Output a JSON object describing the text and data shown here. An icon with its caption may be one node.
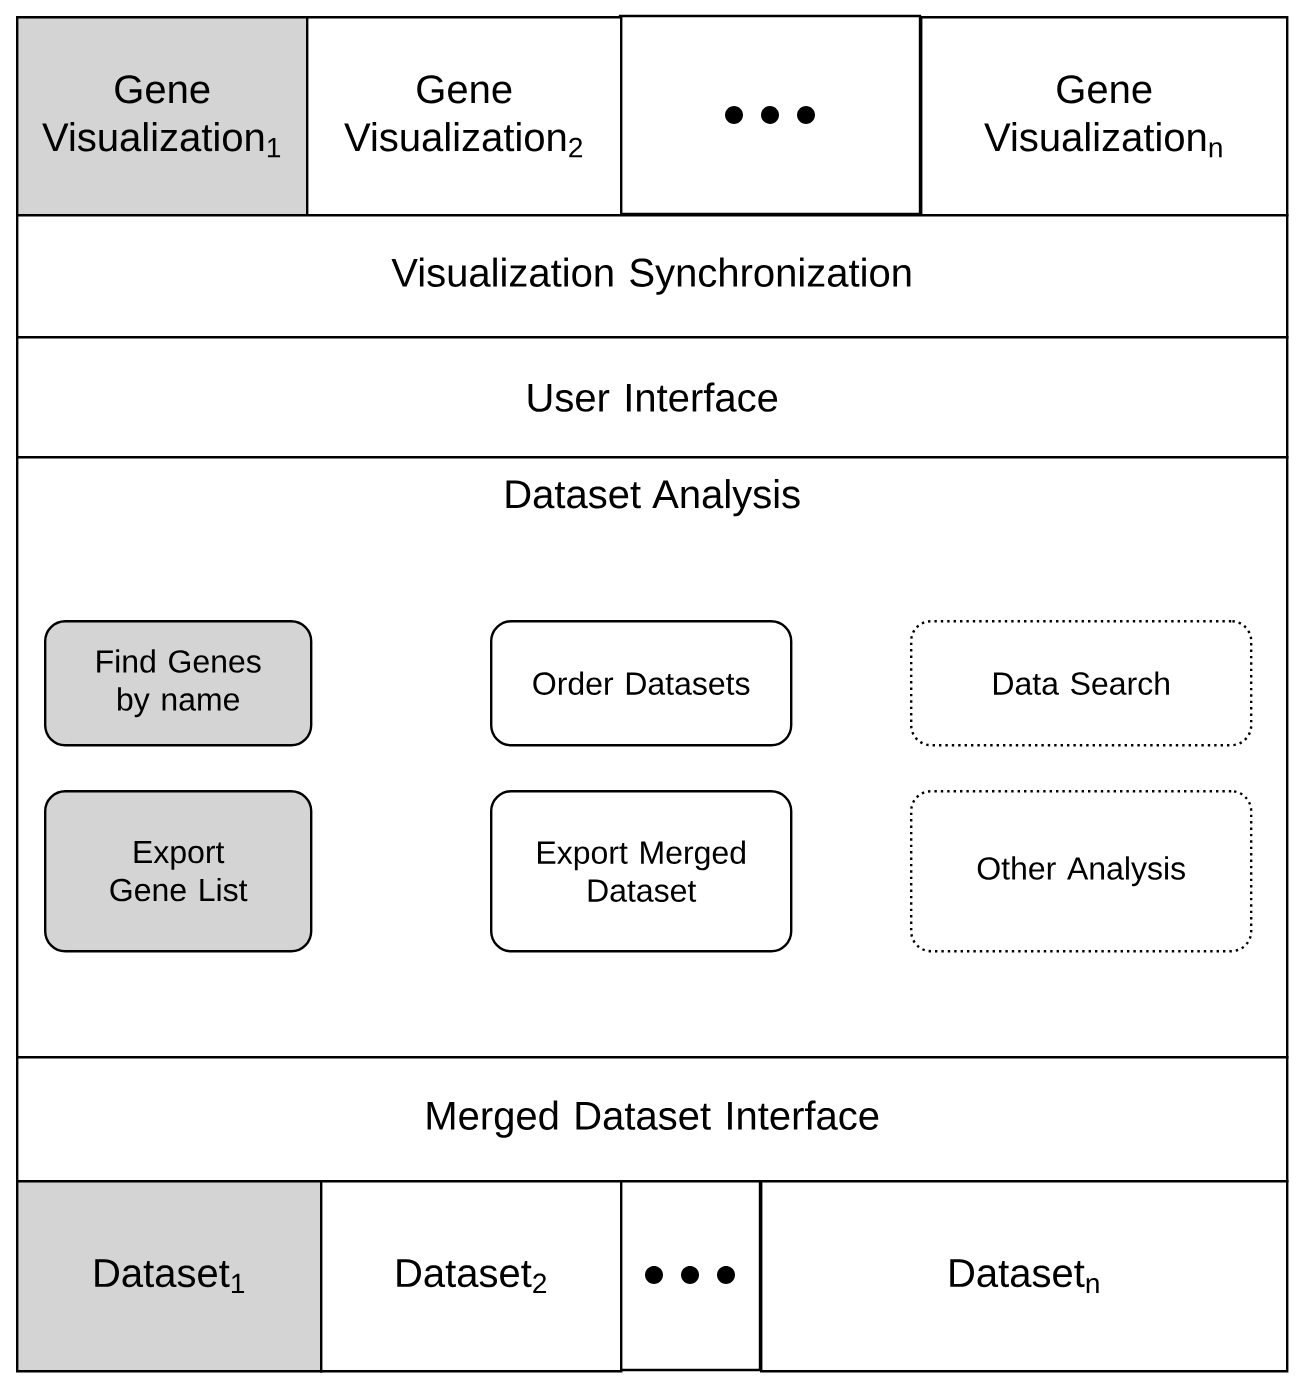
{
  "diagram": {
    "nodes": [
      {
        "text": [
          "Gene Visualization$_{1}$"
        ]
      },
      {
        "text": [
          "Gene Visualization$_{2}$"
        ]
      },
      {
        "text": [
          "Gene Visualization$_{n}$"
        ]
      },
      {
        "text": [
          "Visualization Synchronization"
        ]
      },
      {
        "text": [
          "User Interface"
        ]
      },
      {
        "text": [
          "Dataset Analysis"
        ]
      },
      {
        "text": [
          "Find Genes by name"
        ],
        "in": 5
      },
      {
        "text": [
          "Order Datasets"
        ],
        "in": 5
      },
      {
        "text": [
          "Data Search"
        ],
        "in": 5
      },
      {
        "text": [
          "Export Gene List"
        ],
        "in": 5
      },
      {
        "text": [
          "Export Merged Dataset"
        ],
        "in": 5
      },
      {
        "text": [
          "Other Analysis"
        ],
        "in": 5
      },
      {
        "text": [
          "Merged Dataset Interface"
        ]
      },
      {
        "text": [
          "Dataset$_{1}$"
        ]
      },
      {
        "text": [
          "Dataset$_{2}$"
        ]
      },
      {
        "text": [
          "Dataset$_{n}$"
        ]
      }
    ],
    "edges": []
  }
}
